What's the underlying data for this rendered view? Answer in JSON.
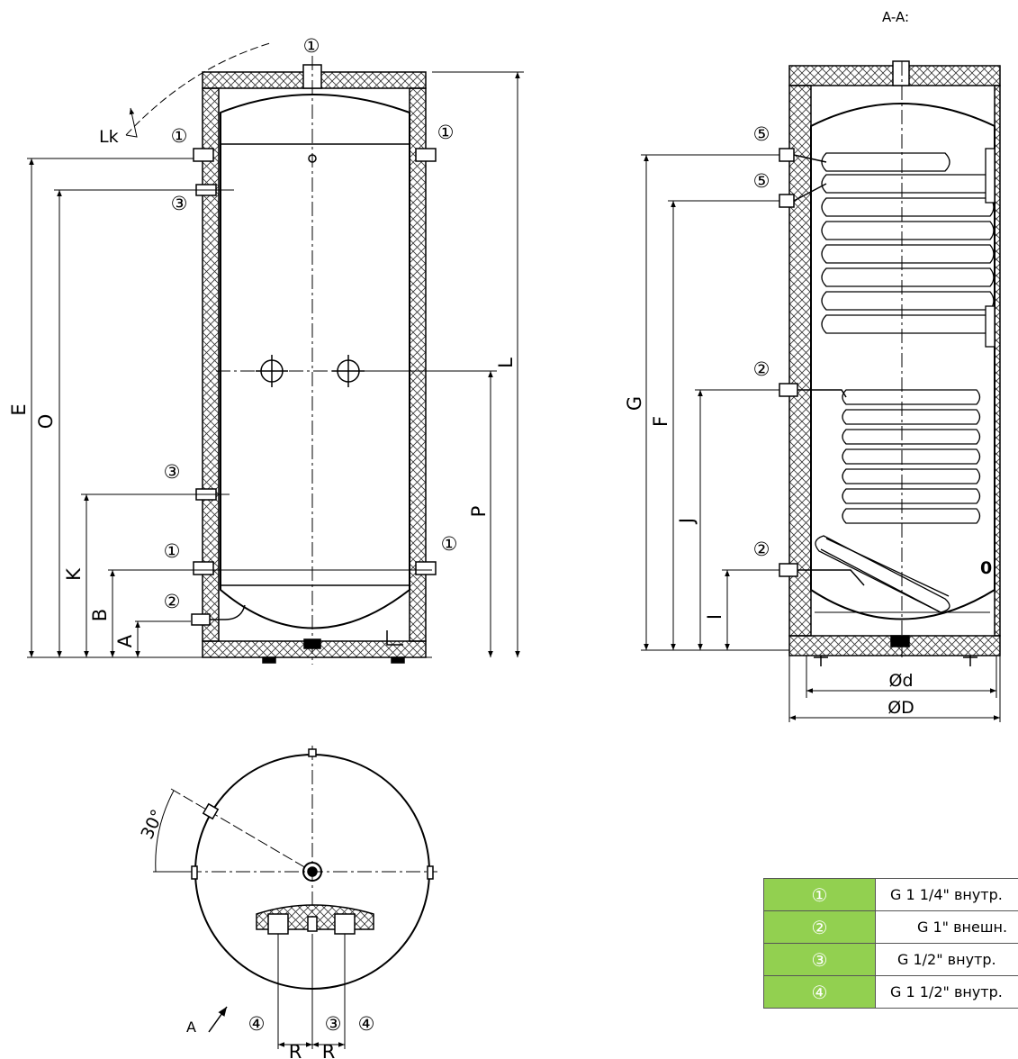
{
  "section_title": "A-A:",
  "connection_marks": {
    "c1": "①",
    "c2": "②",
    "c3": "③",
    "c4": "④",
    "c5": "⑤"
  },
  "dimension_labels": {
    "Lk": "Lk",
    "E": "E",
    "O": "O",
    "K": "K",
    "B": "B",
    "A": "A",
    "L": "L",
    "P": "P",
    "G": "G",
    "F": "F",
    "J": "J",
    "I": "I",
    "d": "Ød",
    "D": "ØD",
    "R": "R",
    "zero": "0"
  },
  "top_view": {
    "angle": "30°",
    "view_arrow": "A"
  },
  "legend": [
    {
      "symbol": "①",
      "text": "G 1 1/4\" внутр."
    },
    {
      "symbol": "②",
      "text": "G 1\" внешн."
    },
    {
      "symbol": "③",
      "text": "G 1/2\" внутр."
    },
    {
      "symbol": "④",
      "text": "G 1 1/2\" внутр."
    }
  ]
}
